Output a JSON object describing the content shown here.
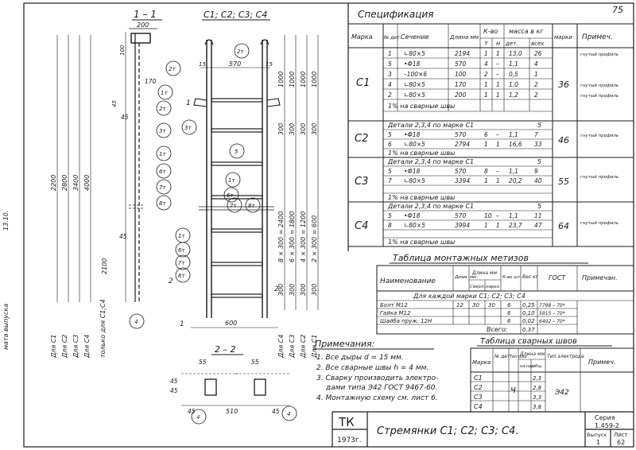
{
  "page_number": "75",
  "margin": {
    "date": "13.10.",
    "note": "мата выпуска"
  },
  "drawing": {
    "section_1_title": "1 – 1",
    "section_c_title": "С1; С2; С3; С4",
    "section_2_title": "2 – 2",
    "dims": {
      "w200": "200",
      "d100": "100",
      "d170": "170",
      "d45a": "45",
      "d45b": "45",
      "d45c": "45",
      "d15a": "15",
      "d570": "570",
      "d15b": "15",
      "w600": "600",
      "v2200": "2200",
      "v2800": "2800",
      "v3400": "3400",
      "v4000": "4000",
      "v2100": "2100",
      "r1000a": "1000",
      "r1000b": "1000",
      "r1000c": "1000",
      "r1000d": "1000",
      "r300a": "300",
      "r300b": "300",
      "r300c": "300",
      "r300d": "300",
      "s8": "8 × 300 = 2400",
      "s6": "6 × 300 = 1800",
      "s4": "4 × 300 = 1200",
      "s2": "2 × 300 = 600",
      "r300e": "300",
      "r300f": "300",
      "r300g": "300",
      "r300h": "300",
      "b55a": "55",
      "b55b": "55",
      "b45a": "45",
      "b45b": "45",
      "b45c": "45",
      "b510": "510",
      "b45d": "45"
    },
    "callouts": {
      "c2a": "2т",
      "c1a": "1т",
      "c2b": "2т",
      "c3a": "3т",
      "c3b": "3т",
      "c1b": "1т",
      "c6a": "6т",
      "c7a": "7т",
      "c8a": "8т",
      "c5": "5",
      "c1c": "1т",
      "c6b": "6т",
      "c7b": "7т",
      "c8b": "8т",
      "c6c": "6т",
      "c4a": "4",
      "c4b": "4",
      "c4c": "4",
      "c7c": "7т",
      "c8c": "8т"
    },
    "markers": {
      "m1": "1",
      "m2": "2",
      "m1b": "1",
      "m2b": "2"
    },
    "column_labels": [
      "Для С1",
      "Для С2",
      "Для С3",
      "Для С4",
      "только для С1;С4"
    ],
    "right_labels": [
      "Для С4",
      "Для С3",
      "Для С2",
      "Для С1"
    ]
  },
  "spec": {
    "title": "Спецификация",
    "headers": {
      "marka": "Марка",
      "det": "№ дет.",
      "sechenie": "Сечение",
      "dlina": "Длина мм",
      "kvo": "К-во",
      "t": "т",
      "n": "н",
      "massa": "масса в кг",
      "mdet": "дет.",
      "mvseh": "всех",
      "mmarki": "марки",
      "primech": "Примеч."
    },
    "c1_label": "С1",
    "c1_mass": "36",
    "c1_rows": [
      {
        "det": "1",
        "sec": "∟80×5",
        "len": "2194",
        "t": "1",
        "n": "1",
        "m": "13,0",
        "all": "26",
        "note": "гнутый профиль"
      },
      {
        "det": "5",
        "sec": "•Ф18",
        "len": "570",
        "t": "4",
        "n": "–",
        "m": "1,1",
        "all": "4",
        "note": ""
      },
      {
        "det": "3",
        "sec": "–100×6",
        "len": "100",
        "t": "2",
        "n": "–",
        "m": "0,5",
        "all": "1",
        "note": ""
      },
      {
        "det": "4",
        "sec": "∟80×5",
        "len": "170",
        "t": "1",
        "n": "1",
        "m": "1,0",
        "all": "2",
        "note": "гнутый профиль"
      },
      {
        "det": "2",
        "sec": "∟80×5",
        "len": "200",
        "t": "1",
        "n": "1",
        "m": "1,2",
        "all": "2",
        "note": "гнутый профиль"
      }
    ],
    "c1_weld": "1% на сварные швы",
    "c2_label": "С2",
    "c2_mass": "46",
    "c2_ref": "Детали 2,3,4 по марке С1",
    "c2_ref_all": "5",
    "c2_rows": [
      {
        "det": "5",
        "sec": "•Ф18",
        "len": "570",
        "t": "6",
        "n": "–",
        "m": "1,1",
        "all": "7",
        "note": ""
      },
      {
        "det": "6",
        "sec": "∟80×5",
        "len": "2794",
        "t": "1",
        "n": "1",
        "m": "16,6",
        "all": "33",
        "note": "гнутый профиль"
      }
    ],
    "c2_weld": "1% на сварные швы",
    "c3_label": "С3",
    "c3_mass": "55",
    "c3_ref": "Детали 2,3,4 по марке С1",
    "c3_ref_all": "5",
    "c3_rows": [
      {
        "det": "5",
        "sec": "•Ф18",
        "len": "570",
        "t": "8",
        "n": "–",
        "m": "1,1",
        "all": "9",
        "note": ""
      },
      {
        "det": "7",
        "sec": "∟80×5",
        "len": "3394",
        "t": "1",
        "n": "1",
        "m": "20,2",
        "all": "40",
        "note": "гнутый профиль"
      }
    ],
    "c3_weld": "1% на сварные швы",
    "c4_label": "С4",
    "c4_mass": "64",
    "c4_ref": "Детали 2,3,4 по марке С1",
    "c4_ref_all": "5",
    "c4_rows": [
      {
        "det": "5",
        "sec": "•Ф18",
        "len": "570",
        "t": "10",
        "n": "–",
        "m": "1,1",
        "all": "11",
        "note": ""
      },
      {
        "det": "8",
        "sec": "∟80×5",
        "len": "3994",
        "t": "1",
        "n": "1",
        "m": "23,7",
        "all": "47",
        "note": "гнутый профиль"
      }
    ],
    "c4_weld": "1% на сварные швы"
  },
  "fasteners": {
    "title": "Таблица монтажных метизов",
    "headers": {
      "name": "Наименование",
      "dia": "Диам. мм",
      "len": "Длина мм",
      "sverl": "Сверл.",
      "nar": "нарез.",
      "kvo": "К-во шт.",
      "ves": "Вес кг",
      "gost": "ГОСТ",
      "note": "Примечан."
    },
    "span": "Для каждой марки С1; С2; С3; С4",
    "rows": [
      {
        "name": "Болт М12",
        "dia": "12",
        "l1": "30",
        "l2": "30",
        "qty": "6",
        "w": "0,25",
        "gost": "7798 – 70*"
      },
      {
        "name": "Гайка М12",
        "dia": "",
        "l1": "",
        "l2": "",
        "qty": "6",
        "w": "0,10",
        "gost": "5915 – 70*"
      },
      {
        "name": "Шайба пруж. 12Н",
        "dia": "",
        "l1": "",
        "l2": "",
        "qty": "6",
        "w": "0,02",
        "gost": "6402 – 70*"
      }
    ],
    "total_label": "Всего:",
    "total": "0,37"
  },
  "notes": {
    "title": "Примечания:",
    "items": [
      "1. Все дыры d = 15 мм.",
      "2. Все сварные швы h = 4 мм.",
      "3. Сварку производить электро-",
      "дами типа Э42 ГОСТ 9467-60.",
      "4. Монтажную схему см. лист 6."
    ]
  },
  "welds": {
    "title": "Таблица сварных швов",
    "headers": {
      "marka": "Марка",
      "det": "№ дет.",
      "tip": "Тип шва",
      "dlina": "Длина мм",
      "nar": "на нар.",
      "obsh": "общ.",
      "elektrod": "Тип электрода",
      "note": "Примеч."
    },
    "marks": [
      "С1",
      "С2",
      "С3",
      "С4"
    ],
    "tip": "Ч",
    "lengths": [
      "2,3",
      "2,8",
      "3,3",
      "3,8"
    ],
    "elektrod": "Э42"
  },
  "stamp": {
    "org": "ТК",
    "year": "1973г.",
    "title": "Стремянки С1; С2; С3; С4.",
    "seria_label": "Серия",
    "seria": "1.459-2",
    "vypusk_label": "Выпуск",
    "vypusk": "1",
    "list_label": "Лист",
    "list": "62"
  }
}
